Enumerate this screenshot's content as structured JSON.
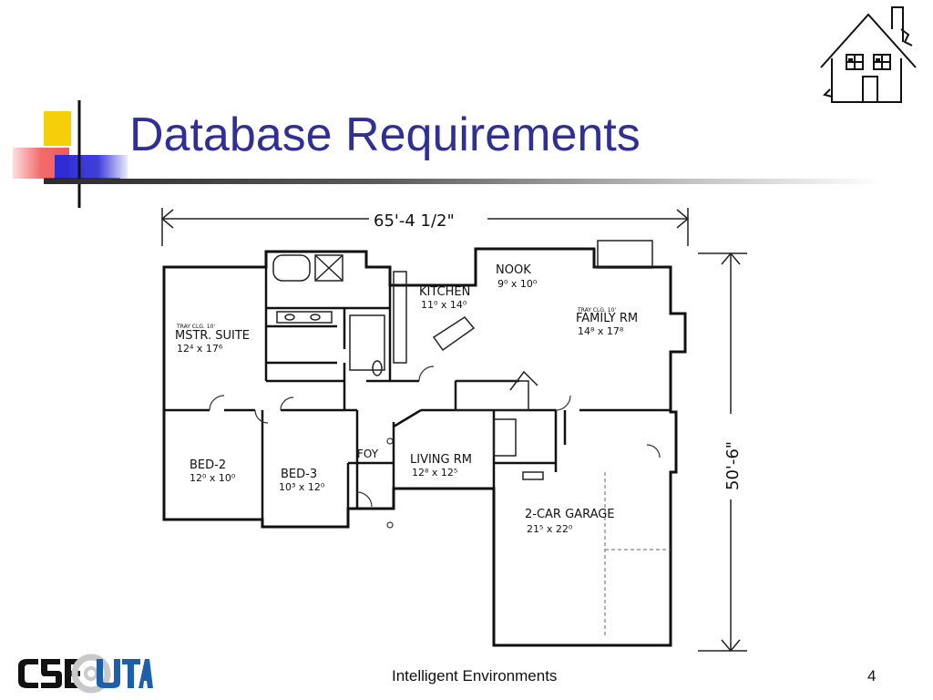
{
  "slide": {
    "title": "Database Requirements",
    "footer_text": "Intelligent Environments",
    "page_number": "4",
    "logo_text": "CSE@UTA"
  },
  "floor_plan": {
    "overall_width": "65'-4 1/2\"",
    "overall_depth": "50'-6\"",
    "rooms": {
      "master_note": "TRAY CLG. 10'",
      "master_name": "MSTR. SUITE",
      "master_dims": "12⁴ x 17⁶",
      "kitchen_name": "KITCHEN",
      "kitchen_dims": "11⁰ x 14⁰",
      "nook_name": "NOOK",
      "nook_dims": "9⁰ x 10⁰",
      "family_note": "TRAY CLG. 10'",
      "family_name": "FAMILY RM",
      "family_dims": "14⁸ x 17⁸",
      "bed2_name": "BED-2",
      "bed2_dims": "12⁰ x 10⁰",
      "bed3_name": "BED-3",
      "bed3_dims": "10³ x 12⁰",
      "foyer_name": "FOY",
      "living_name": "LIVING RM",
      "living_dims": "12⁸ x 12⁵",
      "garage_name": "2-CAR GARAGE",
      "garage_dims": "21⁵ x 22⁰"
    }
  },
  "colors": {
    "title": "#2f2f96",
    "deco_yellow": "#f5d00a",
    "deco_red": "#f25a5a",
    "deco_blue": "#2b2bd6",
    "logo_blue": "#1d5fa8"
  }
}
